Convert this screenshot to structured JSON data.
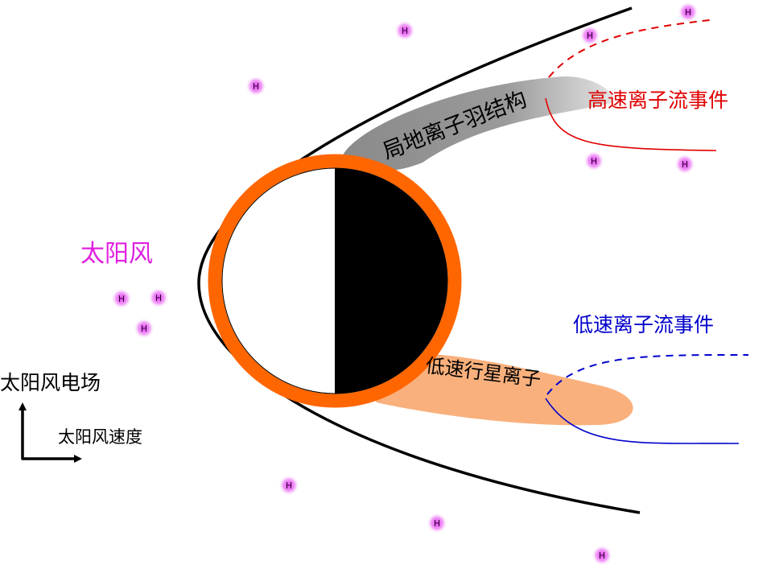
{
  "labels": {
    "solar_wind": "太阳风",
    "local_plume": "局地离子羽结构",
    "fast_event": "高速离子流事件",
    "slow_event": "低速离子流事件",
    "slow_planet_ions": "低速行星离子",
    "electric_field": "太阳风电场",
    "wind_velocity": "太阳风速度"
  },
  "particle_label": "H",
  "colors": {
    "solar_wind": "#e020e0",
    "fast_event": "#e00000",
    "slow_event": "#0000cc",
    "planet_ring": "#ff6600",
    "slow_ion_plume": "#f9b07c",
    "particle_glow": "#e040f0"
  }
}
